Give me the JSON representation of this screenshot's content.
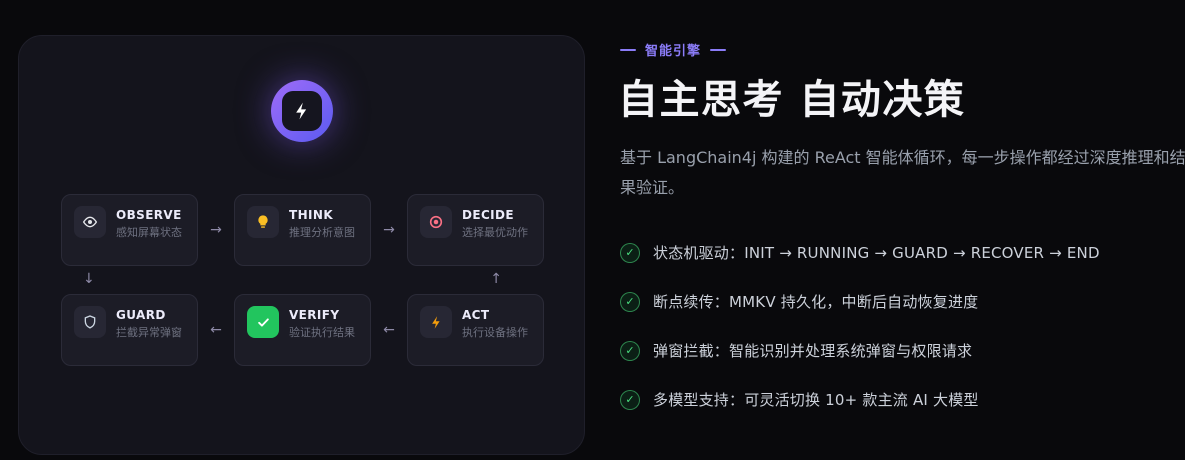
{
  "diagram": {
    "logo_icon": "lightning-bolt-icon",
    "nodes": [
      {
        "title": "OBSERVE",
        "subtitle": "感知屏幕状态",
        "icon": "eye-icon"
      },
      {
        "title": "THINK",
        "subtitle": "推理分析意图",
        "icon": "lightbulb-icon"
      },
      {
        "title": "DECIDE",
        "subtitle": "选择最优动作",
        "icon": "target-icon"
      },
      {
        "title": "GUARD",
        "subtitle": "拦截异常弹窗",
        "icon": "shield-icon"
      },
      {
        "title": "VERIFY",
        "subtitle": "验证执行结果",
        "icon": "checkmark-icon"
      },
      {
        "title": "ACT",
        "subtitle": "执行设备操作",
        "icon": "bolt-icon"
      }
    ],
    "arrows": {
      "right": "→",
      "left": "←",
      "down": "↓",
      "up": "↑"
    }
  },
  "content": {
    "badge": "智能引擎",
    "heading": "自主思考 自动决策",
    "description": "基于 LangChain4j 构建的 ReAct 智能体循环，每一步操作都经过深度推理和结果验证。",
    "check_glyph": "✓",
    "features": [
      {
        "text": "状态机驱动：INIT → RUNNING → GUARD → RECOVER → END"
      },
      {
        "text": "断点续传：MMKV 持久化，中断后自动恢复进度"
      },
      {
        "text": "弹窗拦截：智能识别并处理系统弹窗与权限请求"
      },
      {
        "text": "多模型支持：可灵活切换 10+ 款主流 AI 大模型"
      }
    ]
  },
  "colors": {
    "accent_purple": "#8b7cf8",
    "accent_green": "#4ade80",
    "page_background": "#09090c",
    "card_background": "#14141c"
  }
}
